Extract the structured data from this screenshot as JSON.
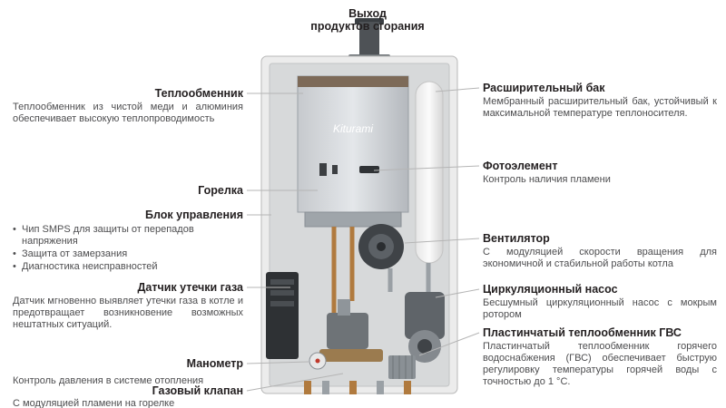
{
  "top_label": {
    "line1": "Выход",
    "line2": "продуктов сгорания"
  },
  "boiler": {
    "brand": "Kiturami"
  },
  "left_labels": [
    {
      "title": "Теплообменник",
      "desc": "Теплообменник из чистой меди и алюминия обеспечивает высокую теплопроводимость"
    },
    {
      "title": "Горелка"
    },
    {
      "title": "Блок управления",
      "bullets": [
        "Чип SMPS для защиты от перепадов напряжения",
        "Защита от замерзания",
        "Диагностика неисправностей"
      ]
    },
    {
      "title": "Датчик утечки газа",
      "desc": "Датчик мгновенно выявляет утечки газа в котле и предотвращает возникновение возможных нештатных ситуаций."
    },
    {
      "title": "Манометр",
      "desc": "Контроль давления в системе отопления"
    },
    {
      "title": "Газовый клапан",
      "desc": "С модуляцией пламени на горелке"
    }
  ],
  "right_labels": [
    {
      "title": "Расширительный бак",
      "desc": "Мембранный расширительный бак, устойчивый к максимальной температуре теплоносителя."
    },
    {
      "title": "Фотоэлемент",
      "desc": "Контроль наличия пламени"
    },
    {
      "title": "Вентилятор",
      "desc": "С модуляцией скорости вращения для экономичной и стабильной работы котла"
    },
    {
      "title": "Циркуляционный насос",
      "desc": "Бесшумный циркуляционный насос с мокрым ротором"
    },
    {
      "title": "Пластинчатый теплообменник ГВС",
      "desc": "Пластинчатый теплообменник горячего водоснабжения (ГВС) обеспечивает быструю регулировку температуры горячей воды с точностью до 1 °С."
    }
  ],
  "colors": {
    "leader_line": "#b5b5b5",
    "title_text": "#231f20",
    "body_text": "#4d4d4f",
    "copper_pipe": "#b07a3e"
  }
}
